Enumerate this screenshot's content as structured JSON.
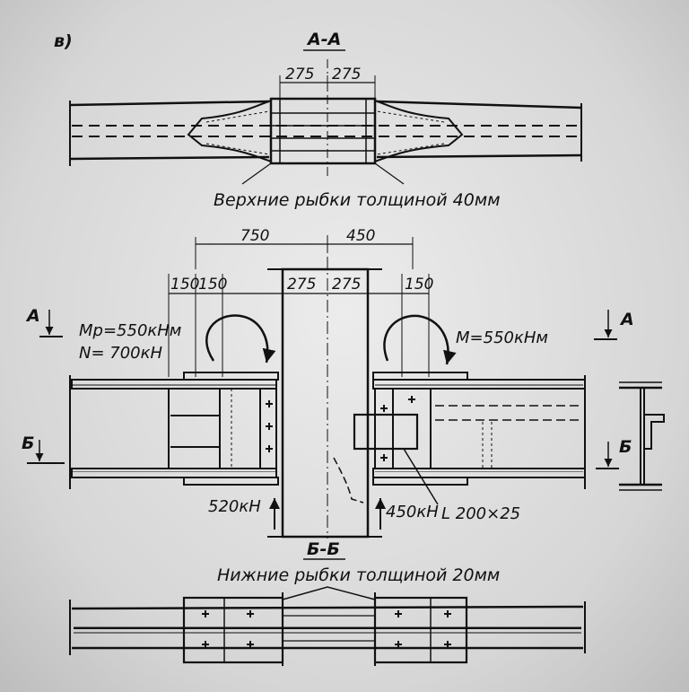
{
  "figure": {
    "sub_label": "в)",
    "section_aa_title": "А-А",
    "section_bb_title": "Б-Б",
    "top_caption": "Верхние рыбки толщиной 40мм",
    "bottom_caption": "Нижние рыбки толщиной 20мм",
    "dimensions": {
      "top_left": "275",
      "top_right": "275",
      "span_left": "750",
      "span_right": "450",
      "col_left": "275",
      "col_right": "275",
      "offset_1": "150",
      "offset_2": "150",
      "offset_3": "150"
    },
    "loads": {
      "moment_left": "Mp=550кНм",
      "axial": "N= 700кН",
      "moment_right": "M=550кНм",
      "reaction_left": "520кН",
      "reaction_right": "450кН"
    },
    "angle_label": "L 200×25",
    "section_marks": {
      "a_left": "А",
      "a_right": "А",
      "b_left": "Б",
      "b_right": "Б"
    }
  }
}
